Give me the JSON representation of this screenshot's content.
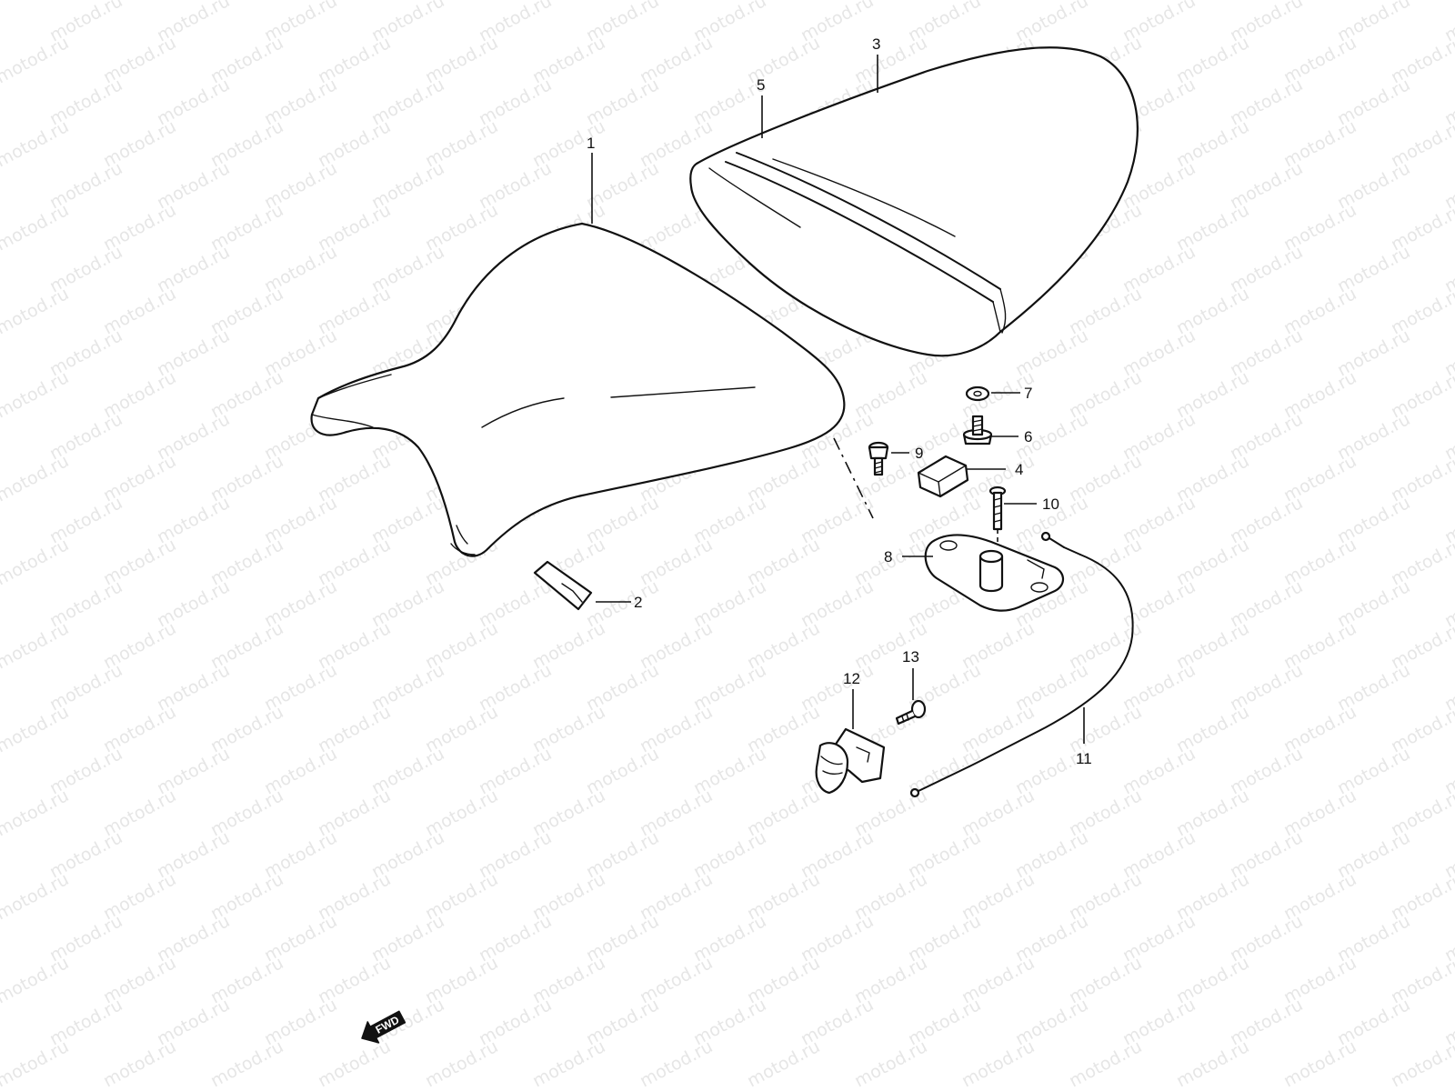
{
  "watermark": {
    "text": "motod.ru",
    "color": "#e6e6e6"
  },
  "callouts": [
    {
      "id": "1",
      "label": "1"
    },
    {
      "id": "2",
      "label": "2"
    },
    {
      "id": "3",
      "label": "3"
    },
    {
      "id": "4",
      "label": "4"
    },
    {
      "id": "5",
      "label": "5"
    },
    {
      "id": "6",
      "label": "6"
    },
    {
      "id": "7",
      "label": "7"
    },
    {
      "id": "8",
      "label": "8"
    },
    {
      "id": "9",
      "label": "9"
    },
    {
      "id": "10",
      "label": "10"
    },
    {
      "id": "11",
      "label": "11"
    },
    {
      "id": "12",
      "label": "12"
    },
    {
      "id": "13",
      "label": "13"
    }
  ],
  "direction_arrow": {
    "label": "FWD",
    "icon": "forward-arrow-icon"
  },
  "colors": {
    "line": "#111111",
    "background": "#ffffff"
  }
}
